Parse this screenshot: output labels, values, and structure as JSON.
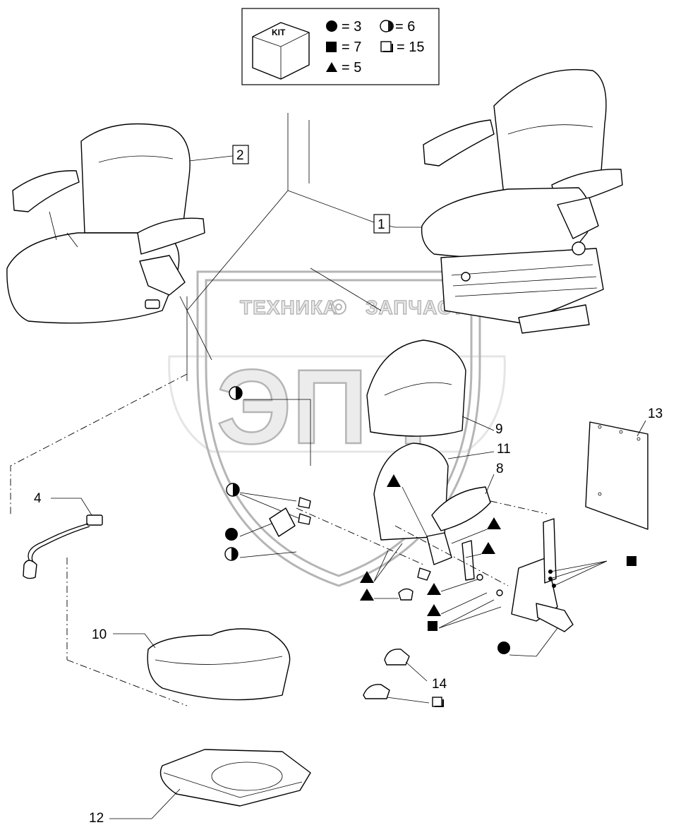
{
  "kit_legend": {
    "kit_label": "KIT",
    "items": [
      {
        "symbol": "filled-circle",
        "text": "= 3"
      },
      {
        "symbol": "half-circle",
        "text": "= 6"
      },
      {
        "symbol": "filled-square",
        "text": "= 7"
      },
      {
        "symbol": "open-square",
        "text": "= 15"
      },
      {
        "symbol": "filled-triangle",
        "text": "= 5"
      }
    ]
  },
  "callouts": {
    "c1": "1",
    "c2": "2",
    "c4": "4",
    "c8": "8",
    "c9": "9",
    "c10": "10",
    "c11": "11",
    "c12": "12",
    "c13": "13",
    "c14": "14"
  },
  "watermark": {
    "big": "ЭПФ",
    "left_word": "ТЕХНИКА",
    "right_word": "ЗАПЧАСТИ"
  }
}
